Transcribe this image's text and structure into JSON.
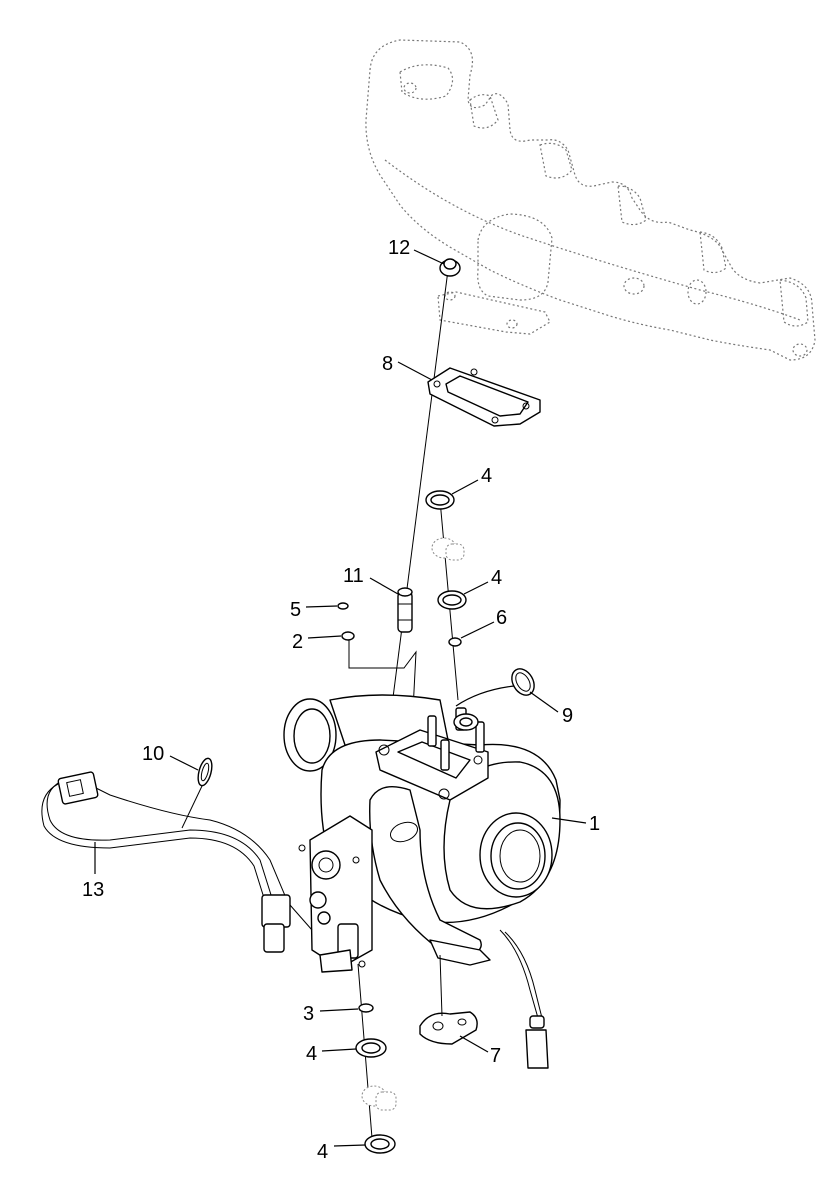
{
  "callouts": [
    {
      "id": "c12",
      "label": "12"
    },
    {
      "id": "c8",
      "label": "8"
    },
    {
      "id": "c4a",
      "label": "4"
    },
    {
      "id": "c11",
      "label": "11"
    },
    {
      "id": "c4b",
      "label": "4"
    },
    {
      "id": "c5",
      "label": "5"
    },
    {
      "id": "c6",
      "label": "6"
    },
    {
      "id": "c2",
      "label": "2"
    },
    {
      "id": "c9",
      "label": "9"
    },
    {
      "id": "c10",
      "label": "10"
    },
    {
      "id": "c1",
      "label": "1"
    },
    {
      "id": "c13",
      "label": "13"
    },
    {
      "id": "c3",
      "label": "3"
    },
    {
      "id": "c7",
      "label": "7"
    },
    {
      "id": "c4c",
      "label": "4"
    },
    {
      "id": "c4d",
      "label": "4"
    }
  ],
  "colors": {
    "line": "#000000",
    "ghost": "#777777",
    "background": "#ffffff"
  }
}
